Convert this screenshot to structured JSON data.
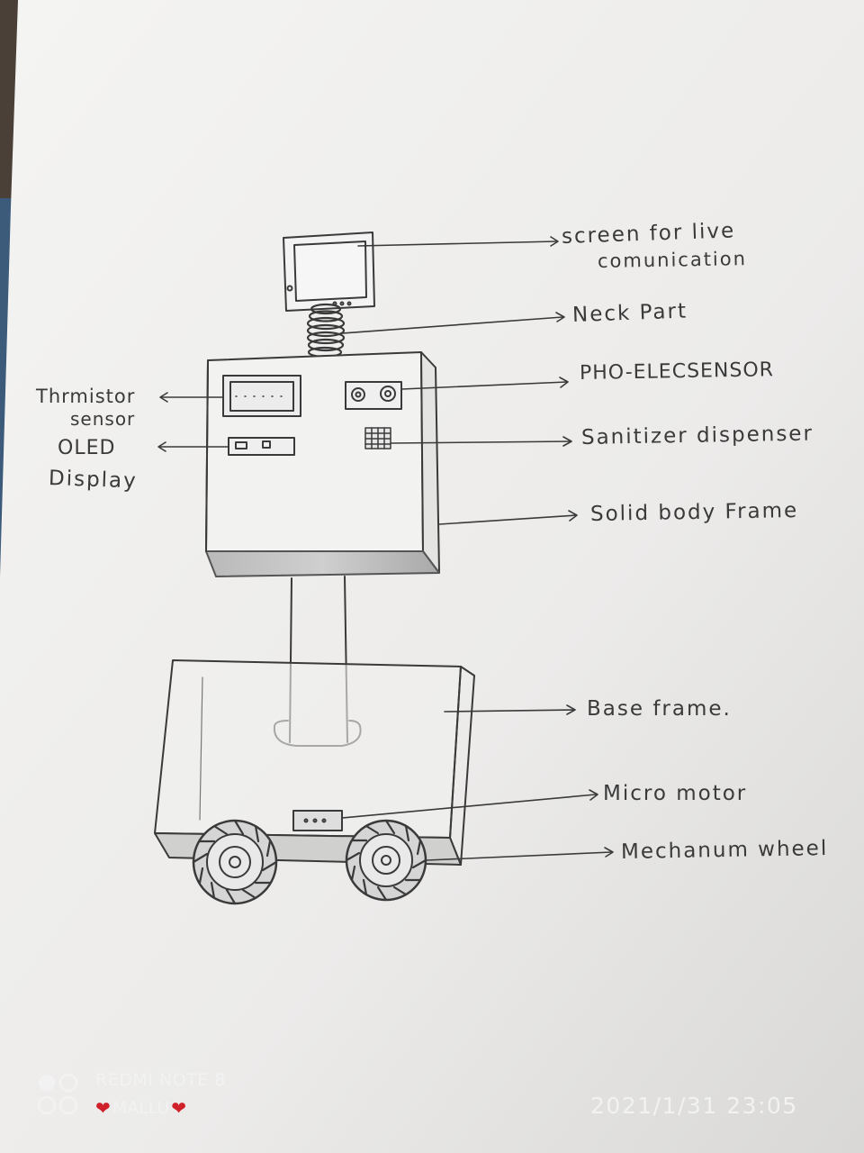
{
  "labels": {
    "screen_line1": "screen for live",
    "screen_line2": "comunication",
    "neck": "Neck Part",
    "photo_sensor": "PHO-ELECSENSOR",
    "sanitizer": "Sanitizer dispenser",
    "body_frame": "Solid body Frame",
    "thermistor_line1": "Thrmistor",
    "thermistor_line2": "sensor",
    "oled_line1": "OLED",
    "oled_line2": "Display",
    "base_frame": "Base frame.",
    "micro_motor": "Micro motor",
    "wheel": "Mechanum wheel"
  },
  "watermark": {
    "brand": "REDMI NOTE 8",
    "user": "MALLU",
    "datetime": "2021/1/31 23:05",
    "logo_icon": "dual-camera-logo-icon"
  },
  "colors": {
    "pencil": "#3a3a3a",
    "paper": "#eeeeec",
    "watermark_text": "#f2f2f2",
    "heart": "#d0202a"
  }
}
